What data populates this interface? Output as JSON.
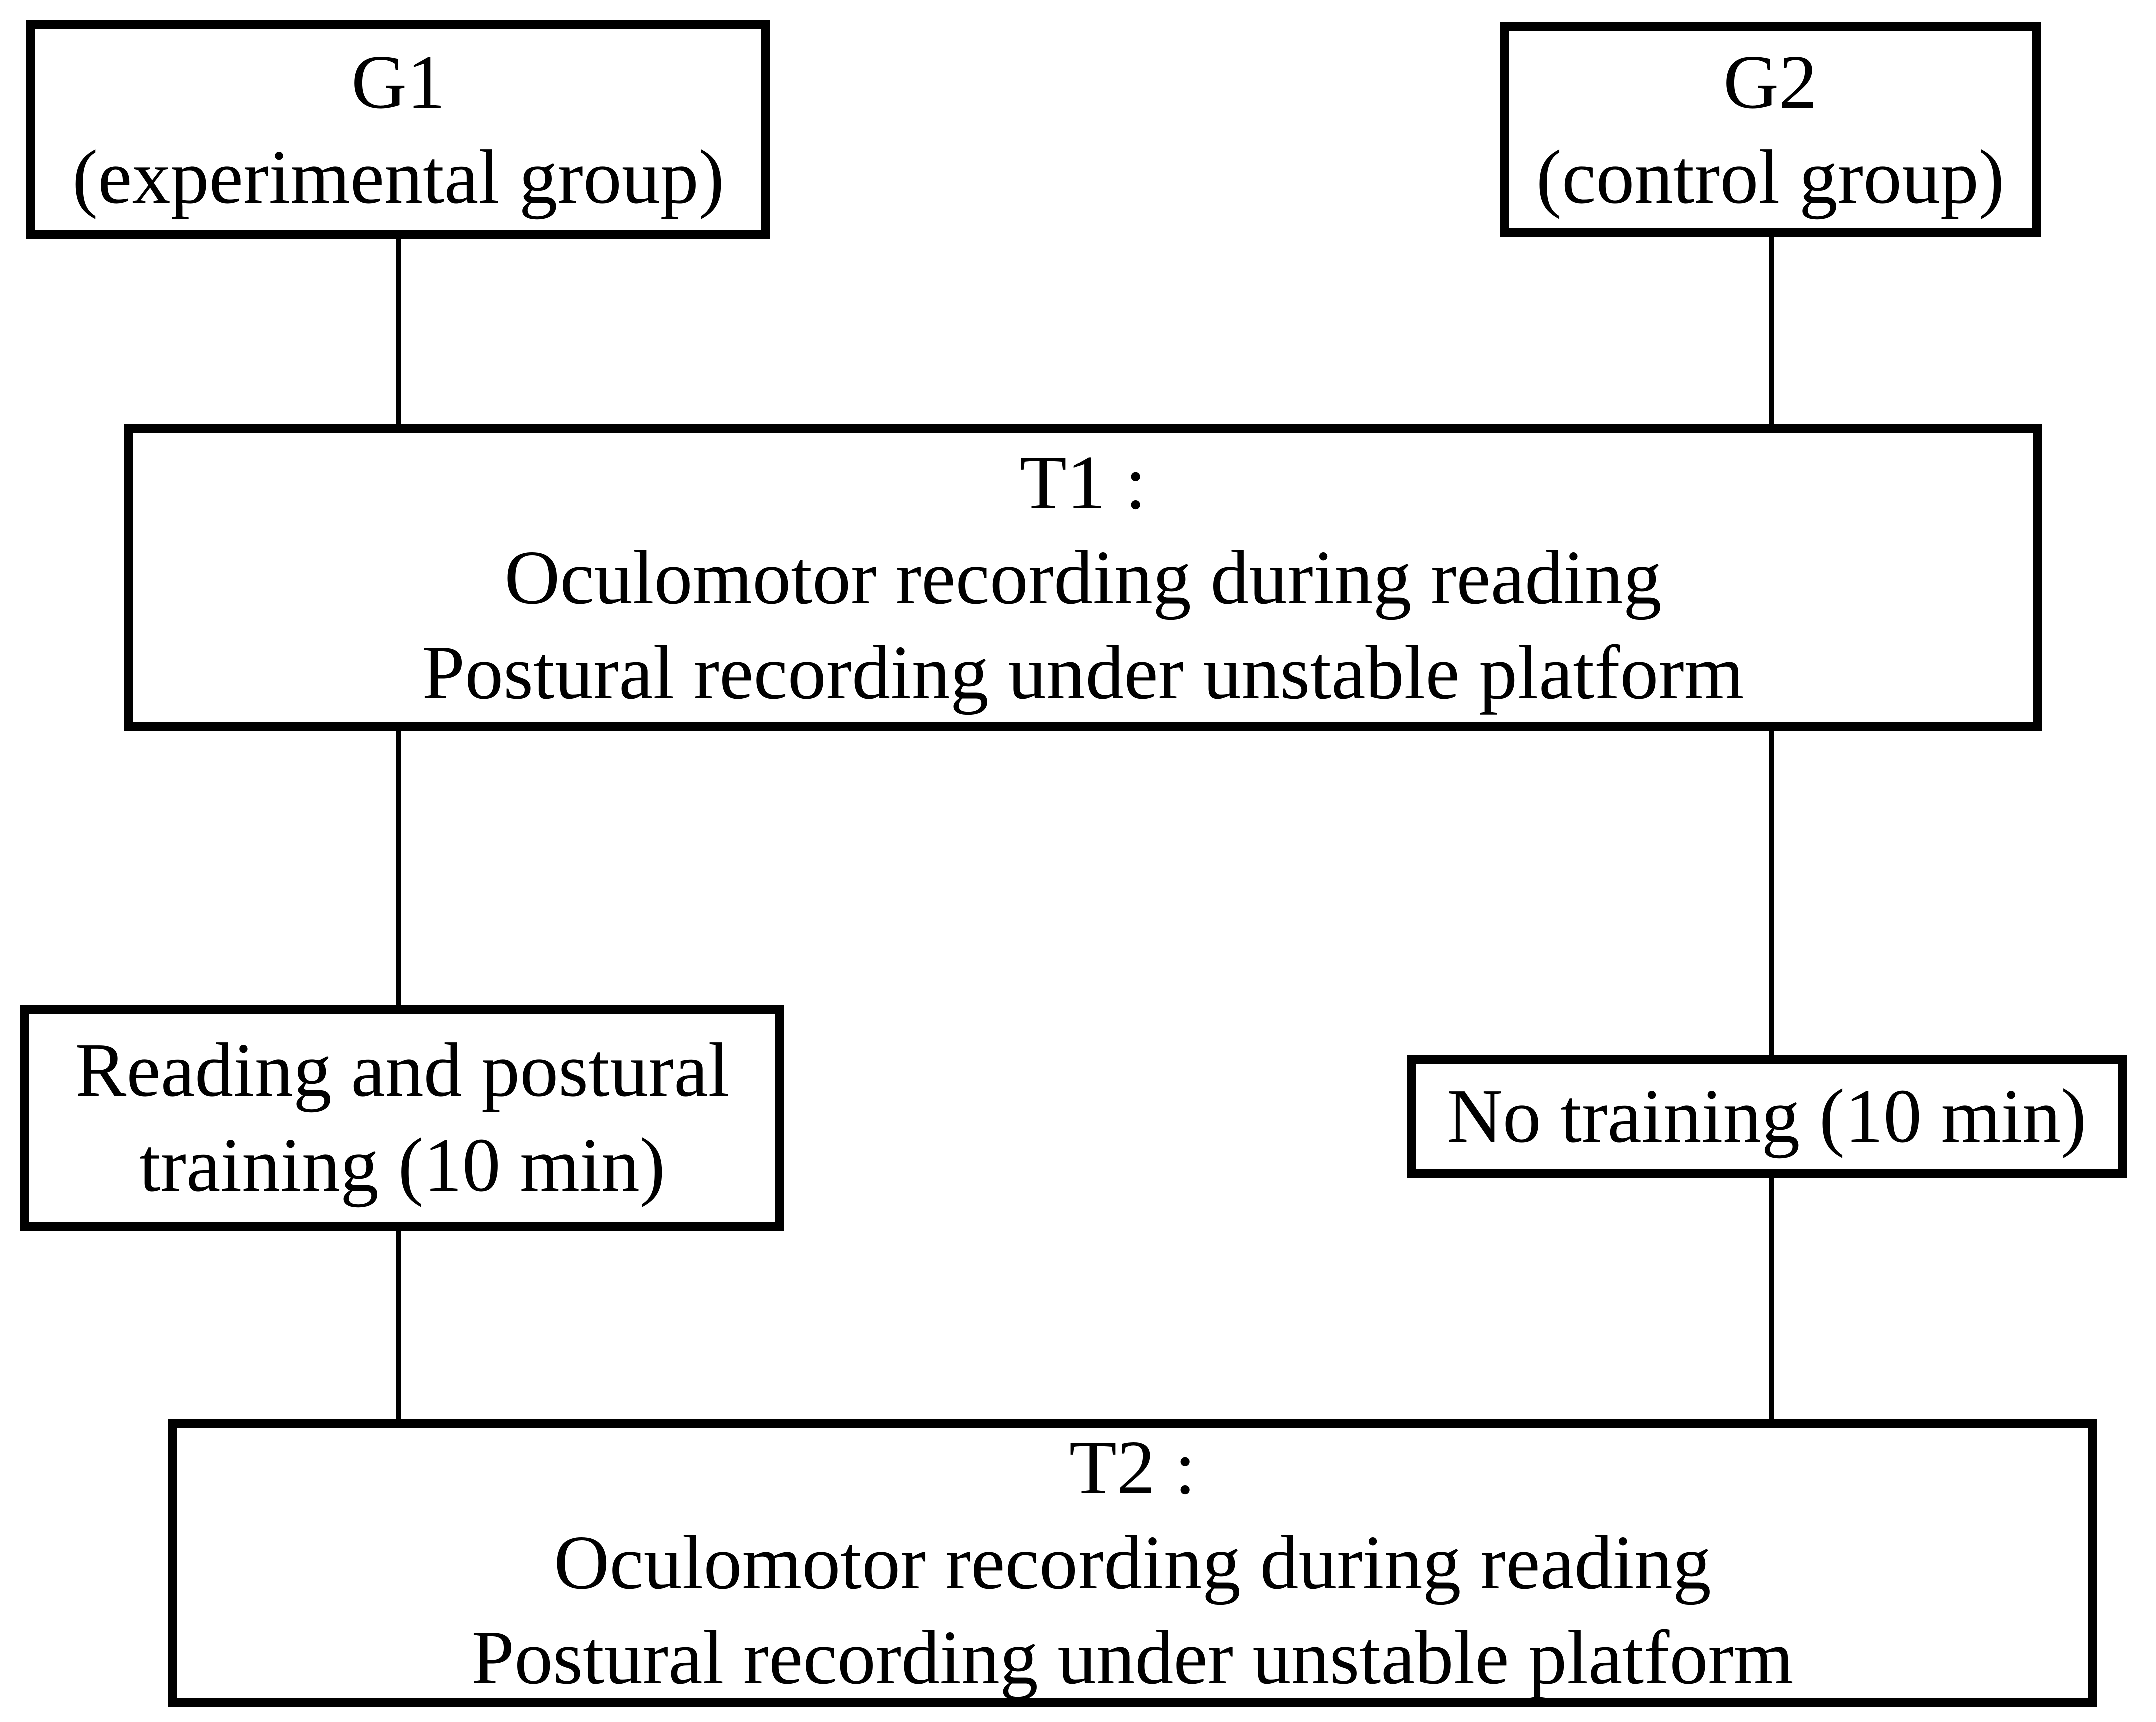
{
  "diagram": {
    "title": "Experimental protocol flowchart",
    "colors": {
      "background": "#ffffff",
      "line": "#000000",
      "text": "#000000"
    },
    "boxes": {
      "g1": {
        "lines": [
          "G1",
          "(experimental group)"
        ]
      },
      "g2": {
        "lines": [
          "G2",
          "(control group)"
        ]
      },
      "t1": {
        "lines": [
          "T1 :",
          "Oculomotor recording during reading",
          "Postural recording under unstable platform"
        ]
      },
      "training": {
        "lines": [
          "Reading and postural",
          "training (10 min)"
        ]
      },
      "no_training": {
        "lines": [
          "No training (10 min)"
        ]
      },
      "t2": {
        "lines": [
          "T2 :",
          "Oculomotor recording during reading",
          "Postural recording under unstable platform"
        ]
      }
    },
    "connections": [
      {
        "from": "g1",
        "to": "t1"
      },
      {
        "from": "g2",
        "to": "t1"
      },
      {
        "from": "t1",
        "to": "training"
      },
      {
        "from": "t1",
        "to": "no_training"
      },
      {
        "from": "training",
        "to": "t2"
      },
      {
        "from": "no_training",
        "to": "t2"
      }
    ]
  }
}
